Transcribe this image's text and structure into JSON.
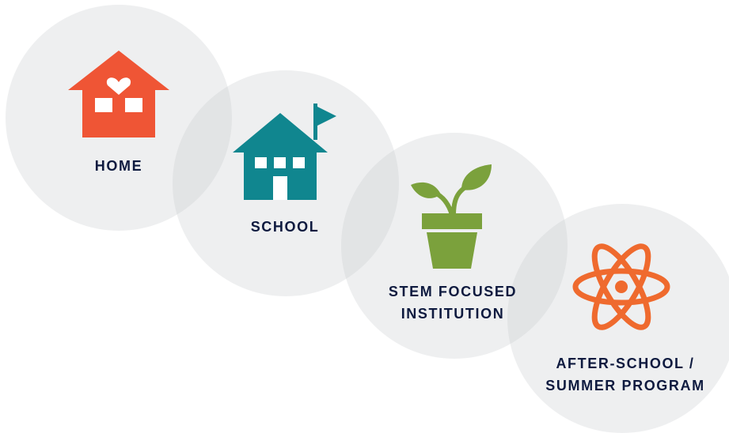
{
  "nodes": [
    {
      "id": "home",
      "label_lines": [
        "HOME"
      ],
      "icon": "house-heart-icon",
      "color": "#ef5535"
    },
    {
      "id": "school",
      "label_lines": [
        "SCHOOL"
      ],
      "icon": "schoolhouse-flag-icon",
      "color": "#10868f"
    },
    {
      "id": "stem",
      "label_lines": [
        "STEM FOCUSED",
        "INSTITUTION"
      ],
      "icon": "plant-pot-icon",
      "color": "#7ba13c"
    },
    {
      "id": "after",
      "label_lines": [
        "AFTER-SCHOOL /",
        "SUMMER PROGRAM"
      ],
      "icon": "atom-icon",
      "color": "#ef6a2e"
    }
  ],
  "colors": {
    "label_text": "#0e1a3f",
    "circle_fill": "#c8cacd"
  }
}
